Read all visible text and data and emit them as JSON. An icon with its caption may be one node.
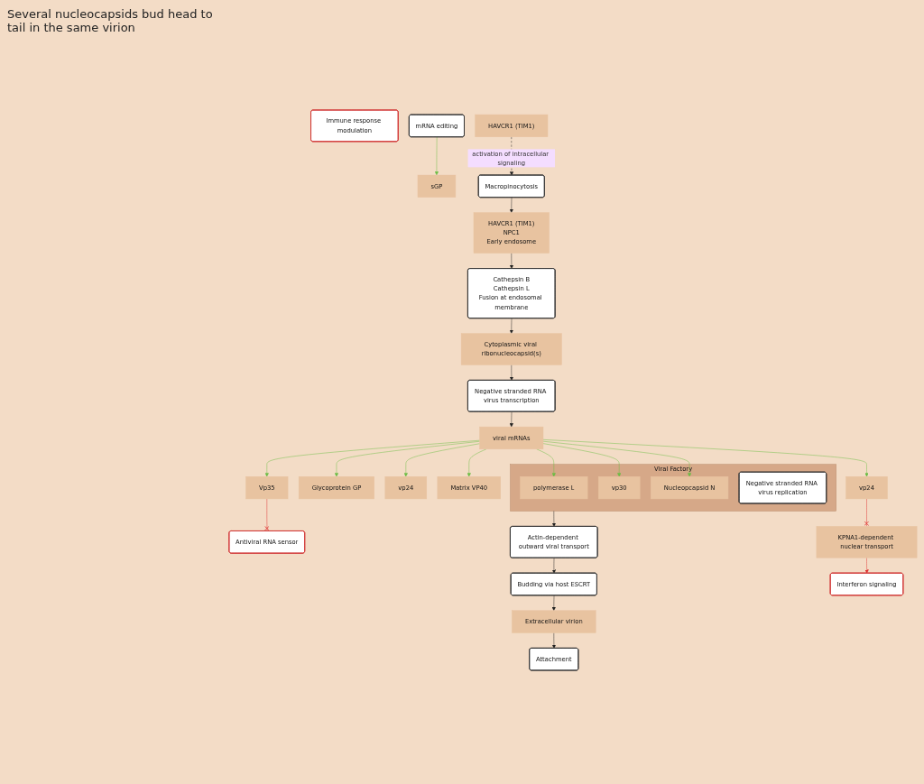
{
  "diagram": {
    "nodes": [
      {
        "text": [
          "Extracellular virion"
        ]
      },
      {
        "text": [
          "Attachment"
        ]
      },
      {
        "text": [
          "sGP"
        ]
      },
      {
        "text": [
          "Immune response modulation"
        ]
      },
      {
        "text": [
          "HAVCR1 (TIM1)"
        ]
      },
      {
        "text": [
          "Glycoprotein GP"
        ]
      },
      {
        "text": [
          "vp24"
        ]
      },
      {
        "text": [
          "Matrix VP40"
        ]
      },
      {
        "text": [
          "Budding via host ESCRT"
        ]
      },
      {
        "text": [
          "Macropinocytosis"
        ]
      },
      {
        "text": [
          "HAVCR1 (TIM1)",
          "NPC1",
          "Early endosome"
        ]
      },
      {
        "text": [
          "Cathepsin B",
          "Cathepsin L",
          "Fusion at endosomal membrane"
        ]
      },
      {
        "text": [
          "Cytoplasmic viral ribonucleocapsid(s)"
        ]
      },
      {
        "text": [
          "Negative stranded RNA virus transcription"
        ]
      },
      {
        "text": [
          "mRNA editing"
        ]
      },
      {
        "text": [
          "viral mRNAs"
        ]
      },
      {
        "text": [
          "Antiviral RNA sensor"
        ]
      },
      {
        "text": [
          "Vp35"
        ]
      },
      {
        "text": [
          "Viral Factory"
        ]
      },
      {
        "text": [
          "polymerase L"
        ],
        "in": 18
      },
      {
        "text": [
          "vp30"
        ],
        "in": 18
      },
      {
        "text": [
          "Nucleopcapsid N"
        ],
        "in": 18
      },
      {
        "text": [
          "Negative stranded RNA virus replication"
        ],
        "in": 18
      },
      {
        "text": [
          "Actin-dependent outward viral transport"
        ]
      },
      {
        "text": [
          "vp24"
        ]
      },
      {
        "text": [
          "KPNA1-dependent nuclear transport"
        ]
      },
      {
        "text": [
          "Interferon signaling"
        ]
      }
    ],
    "edges": [
      {
        "from": 0,
        "to": 1,
        "arrow": "to"
      },
      {
        "from": 4,
        "to": 9,
        "arrow": "to",
        "style": "dashed",
        "label": "activation of intracellular signaling"
      },
      {
        "from": 9,
        "to": 10,
        "arrow": "to"
      },
      {
        "from": 10,
        "to": 11,
        "arrow": "to"
      },
      {
        "from": 11,
        "to": 12,
        "arrow": "to"
      },
      {
        "from": 12,
        "to": 13,
        "arrow": "to"
      },
      {
        "from": 13,
        "to": 15,
        "arrow": "to"
      },
      {
        "from": 14,
        "to": 2,
        "arrow": "to",
        "color": "#6cbf45"
      },
      {
        "from": 15,
        "to": 6,
        "arrow": "to",
        "color": "#6cbf45"
      },
      {
        "from": 15,
        "to": 7,
        "arrow": "to",
        "color": "#6cbf45"
      },
      {
        "from": 15,
        "to": 5,
        "arrow": "to",
        "color": "#6cbf45"
      },
      {
        "from": 15,
        "to": 17,
        "arrow": "to",
        "color": "#6cbf45"
      },
      {
        "from": 15,
        "to": 19,
        "arrow": "to",
        "color": "#6cbf45"
      },
      {
        "from": 15,
        "to": 20,
        "arrow": "to",
        "color": "#6cbf45"
      },
      {
        "from": 15,
        "to": 21,
        "arrow": "to",
        "color": "#6cbf45"
      },
      {
        "from": 15,
        "to": 24,
        "arrow": "to",
        "color": "#6cbf45"
      },
      {
        "from": 17,
        "to": 16,
        "arrow": "other",
        "color": "#e03030"
      },
      {
        "from": 24,
        "to": 25,
        "arrow": "other",
        "color": "#e03030"
      },
      {
        "from": 25,
        "to": 26,
        "arrow": "to",
        "color": "#e03030"
      },
      {
        "from": 18,
        "to": 23,
        "arrow": "to"
      },
      {
        "from": 23,
        "to": 8,
        "arrow": "to"
      },
      {
        "from": 8,
        "to": 0,
        "arrow": "to"
      }
    ],
    "labels": [
      "Several nucleocapsids bud head to tail in the same virion"
    ]
  }
}
